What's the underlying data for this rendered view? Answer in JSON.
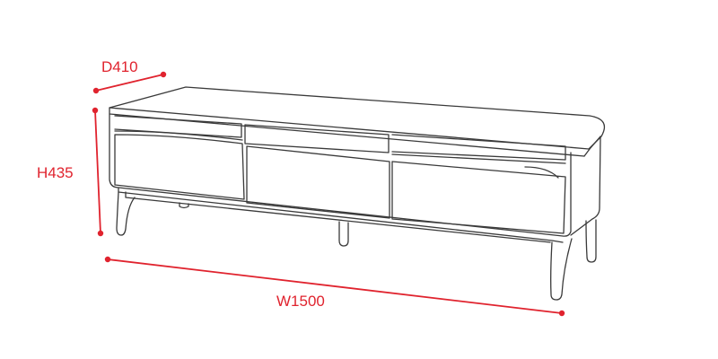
{
  "diagram": {
    "colors": {
      "dimension": "#e0232e",
      "outline": "#3a3a3a",
      "background": "#ffffff"
    },
    "dimensions": {
      "depth": "D410",
      "height": "H435",
      "width": "W1500"
    }
  }
}
